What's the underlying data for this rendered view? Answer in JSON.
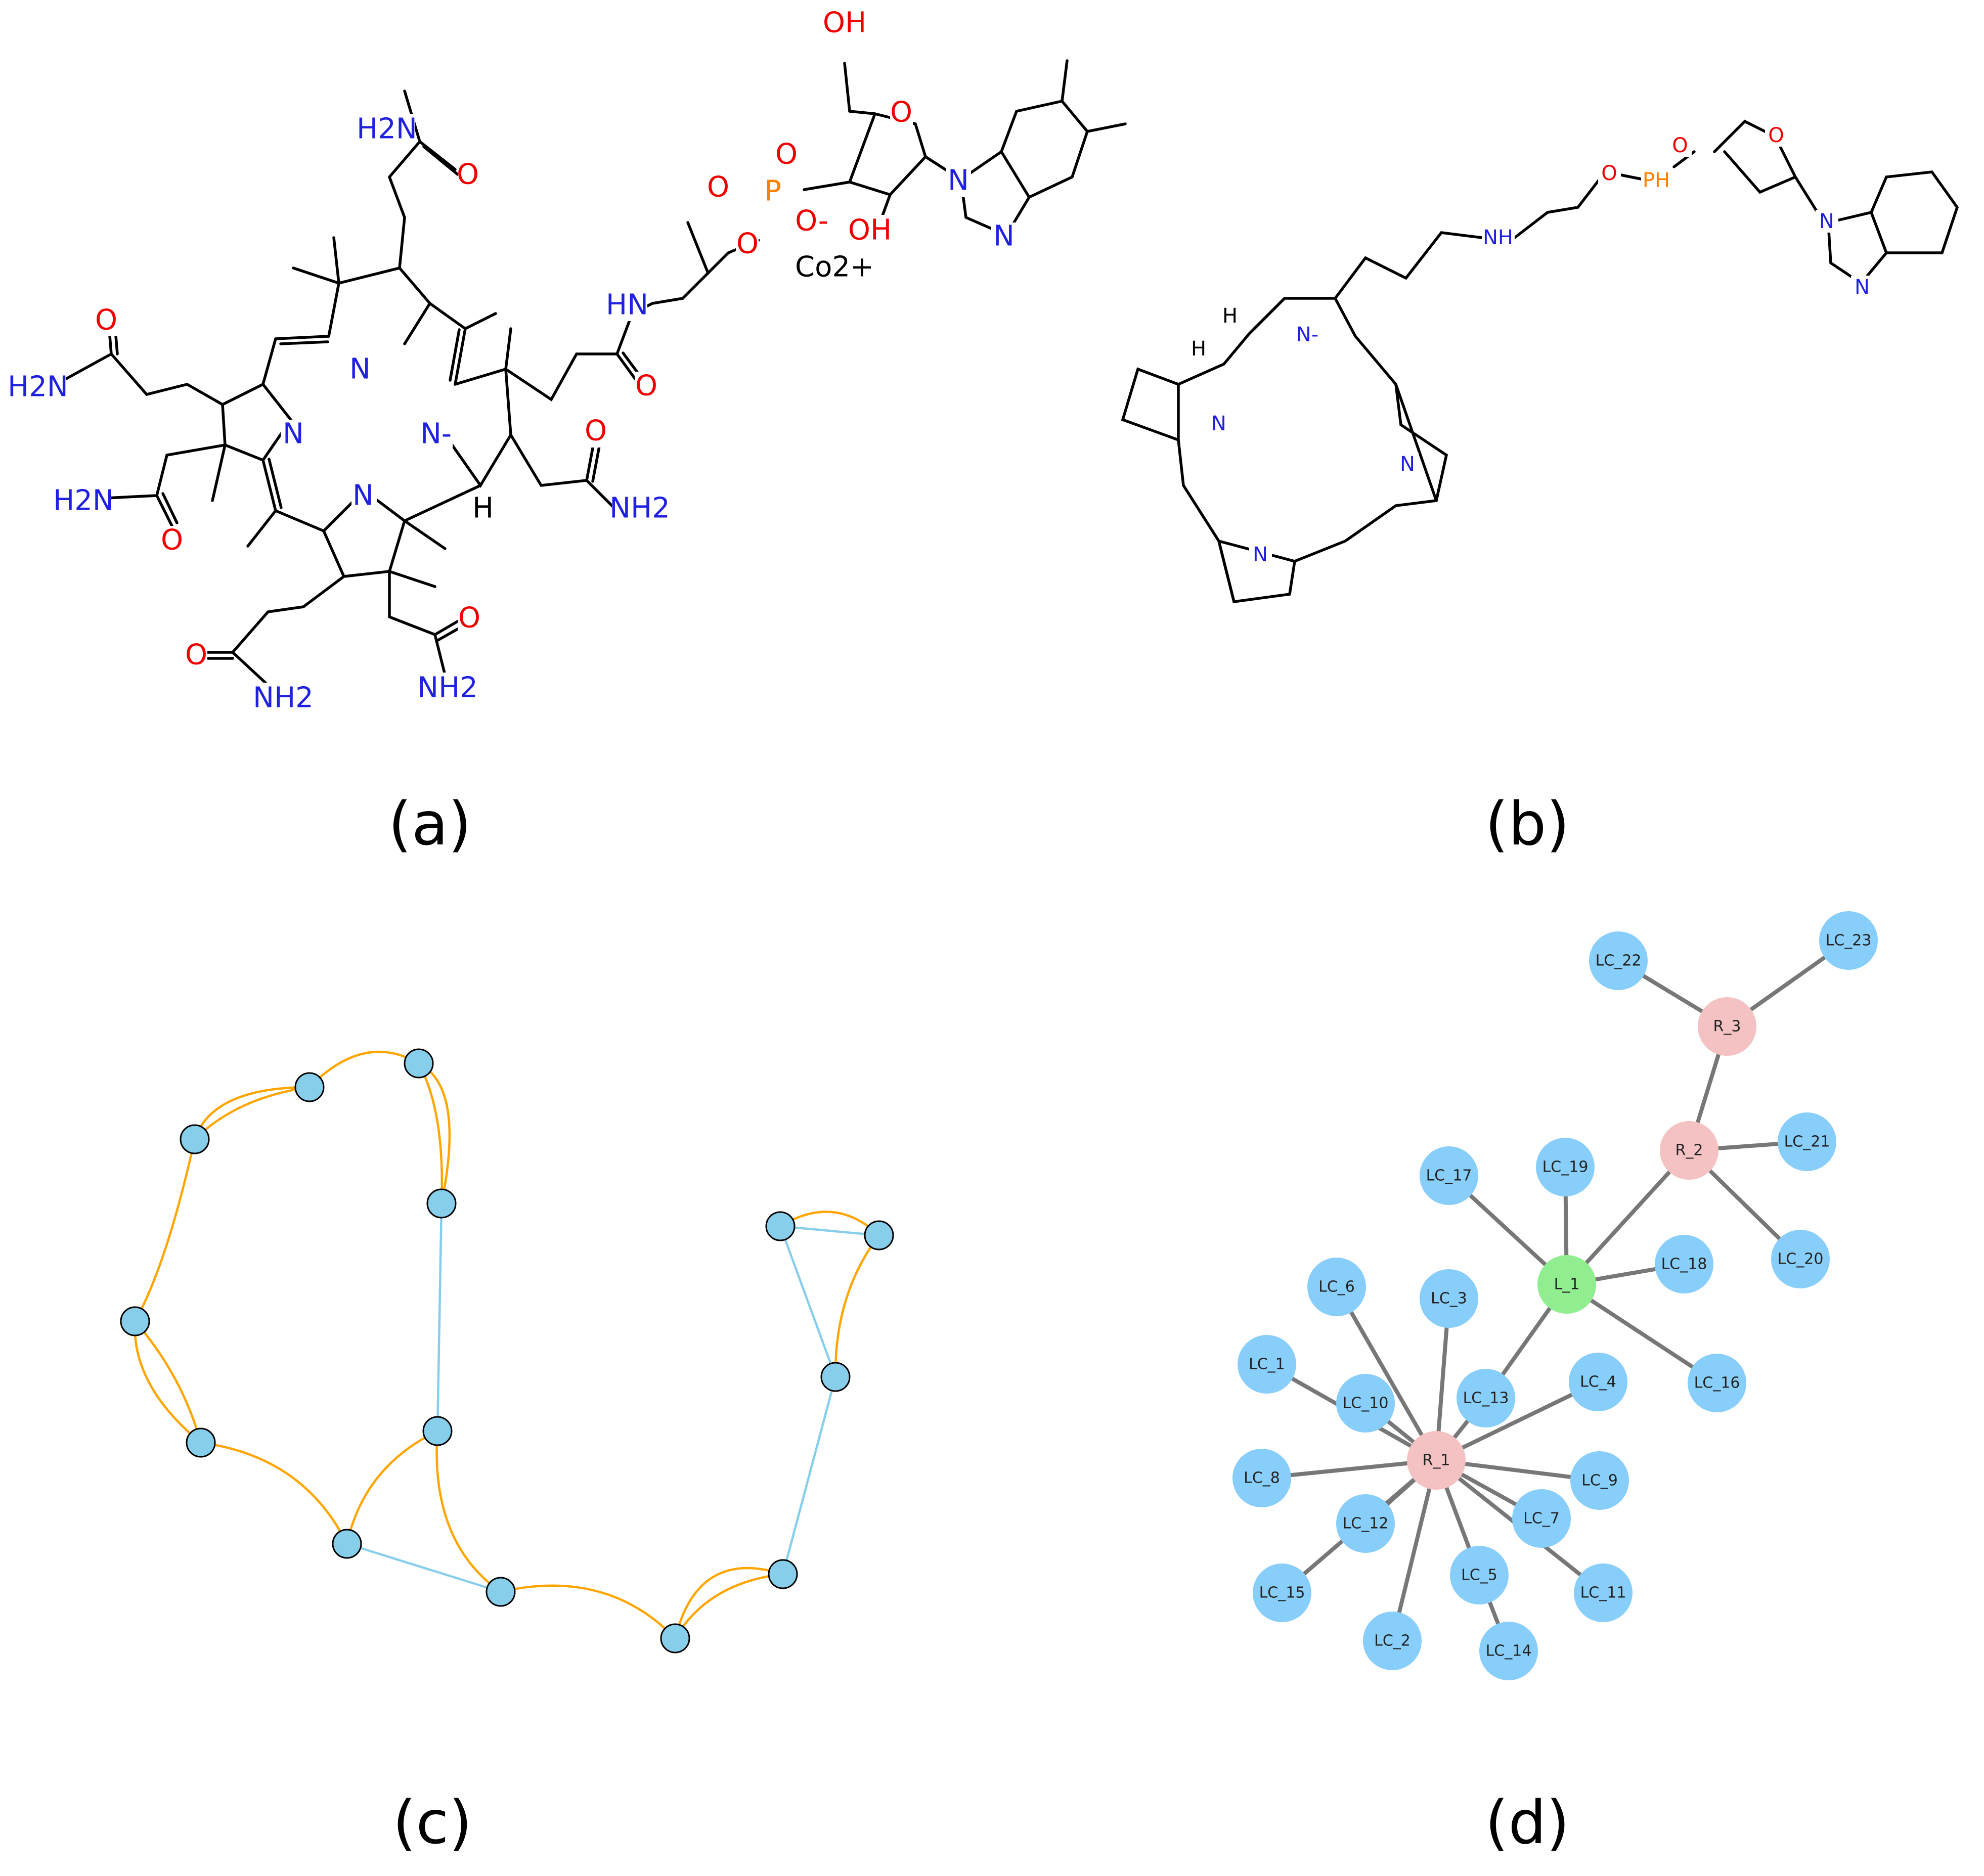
{
  "captions": {
    "a": "(a)",
    "b": "(b)",
    "c": "(c)",
    "d": "(d)"
  },
  "colors": {
    "carbon": "#000000",
    "nitrogen": "#2020e0",
    "oxygen": "#ee0000",
    "phosphorus": "#ff8000",
    "graph_node": "#87ceeb",
    "graph_edge_orange": "#ffa500",
    "graph_edge_blue": "#87ceeb",
    "tree_leaf": "#87cefa",
    "tree_r": "#f4c2c2",
    "tree_l": "#90ee90",
    "tree_edge": "#777777"
  },
  "panel_a": {
    "labels": {
      "h2n_top": "H2N",
      "o_top": "O",
      "o_left_upper": "O",
      "h2n_left_upper": "H2N",
      "h2n_left_lower": "H2N",
      "o_left_lower": "O",
      "n_ring_top": "N",
      "n_ring_left": "N",
      "n_ring_bottom": "N",
      "n_ring_right": "N-",
      "h_stereo": "H",
      "o_bottom_left": "O",
      "nh2_bottom_left": "NH2",
      "o_bottom_right": "O",
      "nh2_bottom_right": "NH2",
      "o_right_amide": "O",
      "nh2_right": "NH2",
      "hn_linker": "HN",
      "o_linker": "O",
      "o_phos_ester": "O",
      "o_phos_double": "O",
      "p_atom": "P",
      "o_phos_minus": "O-",
      "o_phos_sugar": "O",
      "oh_top": "OH",
      "o_ring": "O",
      "oh_bottom": "OH",
      "n_benz1": "N",
      "n_benz2": "N",
      "cobalt": "Co2+"
    }
  },
  "panel_b": {
    "labels": {
      "h1": "H",
      "h2": "H",
      "n_minus": "N-",
      "n_left": "N",
      "n_right": "N",
      "n_bottom": "N",
      "nh": "NH",
      "o1": "O",
      "ph": "PH",
      "o2": "O",
      "o_ring": "O",
      "n_benz1": "N",
      "n_benz2": "N"
    }
  },
  "panel_c": {
    "nodes": [
      {
        "id": "c1"
      },
      {
        "id": "c2"
      },
      {
        "id": "c3"
      },
      {
        "id": "c4"
      },
      {
        "id": "c5"
      },
      {
        "id": "c6"
      },
      {
        "id": "c7"
      },
      {
        "id": "c8"
      },
      {
        "id": "c9"
      },
      {
        "id": "c10"
      },
      {
        "id": "c11"
      },
      {
        "id": "c12"
      },
      {
        "id": "c13"
      },
      {
        "id": "c14"
      },
      {
        "id": "c15"
      }
    ]
  },
  "panel_d": {
    "nodes": [
      {
        "id": "LC_22",
        "label": "LC_22",
        "kind": "leaf"
      },
      {
        "id": "LC_23",
        "label": "LC_23",
        "kind": "leaf"
      },
      {
        "id": "R_3",
        "label": "R_3",
        "kind": "r"
      },
      {
        "id": "R_2",
        "label": "R_2",
        "kind": "r"
      },
      {
        "id": "LC_21",
        "label": "LC_21",
        "kind": "leaf"
      },
      {
        "id": "LC_20",
        "label": "LC_20",
        "kind": "leaf"
      },
      {
        "id": "LC_17",
        "label": "LC_17",
        "kind": "leaf"
      },
      {
        "id": "LC_19",
        "label": "LC_19",
        "kind": "leaf"
      },
      {
        "id": "L_1",
        "label": "L_1",
        "kind": "l"
      },
      {
        "id": "LC_18",
        "label": "LC_18",
        "kind": "leaf"
      },
      {
        "id": "LC_16",
        "label": "LC_16",
        "kind": "leaf"
      },
      {
        "id": "LC_6",
        "label": "LC_6",
        "kind": "leaf"
      },
      {
        "id": "LC_3",
        "label": "LC_3",
        "kind": "leaf"
      },
      {
        "id": "LC_1",
        "label": "LC_1",
        "kind": "leaf"
      },
      {
        "id": "LC_10",
        "label": "LC_10",
        "kind": "leaf"
      },
      {
        "id": "LC_13",
        "label": "LC_13",
        "kind": "leaf"
      },
      {
        "id": "LC_4",
        "label": "LC_4",
        "kind": "leaf"
      },
      {
        "id": "R_1",
        "label": "R_1",
        "kind": "r"
      },
      {
        "id": "LC_8",
        "label": "LC_8",
        "kind": "leaf"
      },
      {
        "id": "LC_9",
        "label": "LC_9",
        "kind": "leaf"
      },
      {
        "id": "LC_12",
        "label": "LC_12",
        "kind": "leaf"
      },
      {
        "id": "LC_7",
        "label": "LC_7",
        "kind": "leaf"
      },
      {
        "id": "LC_15",
        "label": "LC_15",
        "kind": "leaf"
      },
      {
        "id": "LC_5",
        "label": "LC_5",
        "kind": "leaf"
      },
      {
        "id": "LC_11",
        "label": "LC_11",
        "kind": "leaf"
      },
      {
        "id": "LC_2",
        "label": "LC_2",
        "kind": "leaf"
      },
      {
        "id": "LC_14",
        "label": "LC_14",
        "kind": "leaf"
      }
    ],
    "edges": [
      [
        "LC_22",
        "R_3"
      ],
      [
        "LC_23",
        "R_3"
      ],
      [
        "R_3",
        "R_2"
      ],
      [
        "R_2",
        "LC_21"
      ],
      [
        "R_2",
        "LC_20"
      ],
      [
        "R_2",
        "L_1"
      ],
      [
        "L_1",
        "LC_17"
      ],
      [
        "L_1",
        "LC_19"
      ],
      [
        "L_1",
        "LC_18"
      ],
      [
        "L_1",
        "LC_16"
      ],
      [
        "L_1",
        "LC_13"
      ],
      [
        "LC_13",
        "R_1"
      ],
      [
        "R_1",
        "LC_6"
      ],
      [
        "R_1",
        "LC_3"
      ],
      [
        "R_1",
        "LC_1"
      ],
      [
        "R_1",
        "LC_10"
      ],
      [
        "R_1",
        "LC_4"
      ],
      [
        "R_1",
        "LC_8"
      ],
      [
        "R_1",
        "LC_9"
      ],
      [
        "R_1",
        "LC_12"
      ],
      [
        "R_1",
        "LC_7"
      ],
      [
        "R_1",
        "LC_15"
      ],
      [
        "R_1",
        "LC_5"
      ],
      [
        "R_1",
        "LC_11"
      ],
      [
        "R_1",
        "LC_2"
      ],
      [
        "LC_5",
        "LC_14"
      ]
    ]
  }
}
